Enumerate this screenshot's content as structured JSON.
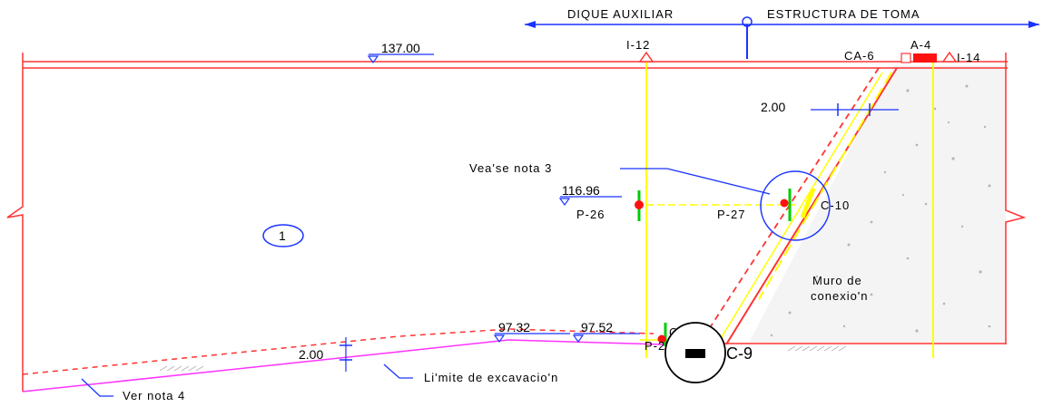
{
  "header": {
    "left_label": "DIQUE AUXILIAR",
    "right_label": "ESTRUCTURA DE TOMA"
  },
  "elevations": {
    "top": "137.00",
    "mid": "116.96",
    "bottom_left": "97.32",
    "bottom_right": "97.52",
    "offset_top": "2.00",
    "offset_bottom": "2.00"
  },
  "markers": {
    "i12": "I-12",
    "i14": "I-14",
    "ca6": "CA-6",
    "a4": "A-4",
    "p26": "P-26",
    "p27": "P-27",
    "c10": "C-10",
    "c9_small": "C-9",
    "c9_large": "C-9",
    "p25": "P-25",
    "zone": "1"
  },
  "notes": {
    "nota3": "Vea'se nota 3",
    "nota4": "Ver nota 4",
    "limite": "Li'mite de excavacio'n",
    "muro_line1": "Muro de",
    "muro_line2": "conexio'n"
  },
  "colors": {
    "boundary": "#ff3333",
    "yellow": "#ffff00",
    "blue": "#1a33ff",
    "magenta": "#ff33ff",
    "green": "#00cc00",
    "concrete": "#f3f3f3"
  }
}
